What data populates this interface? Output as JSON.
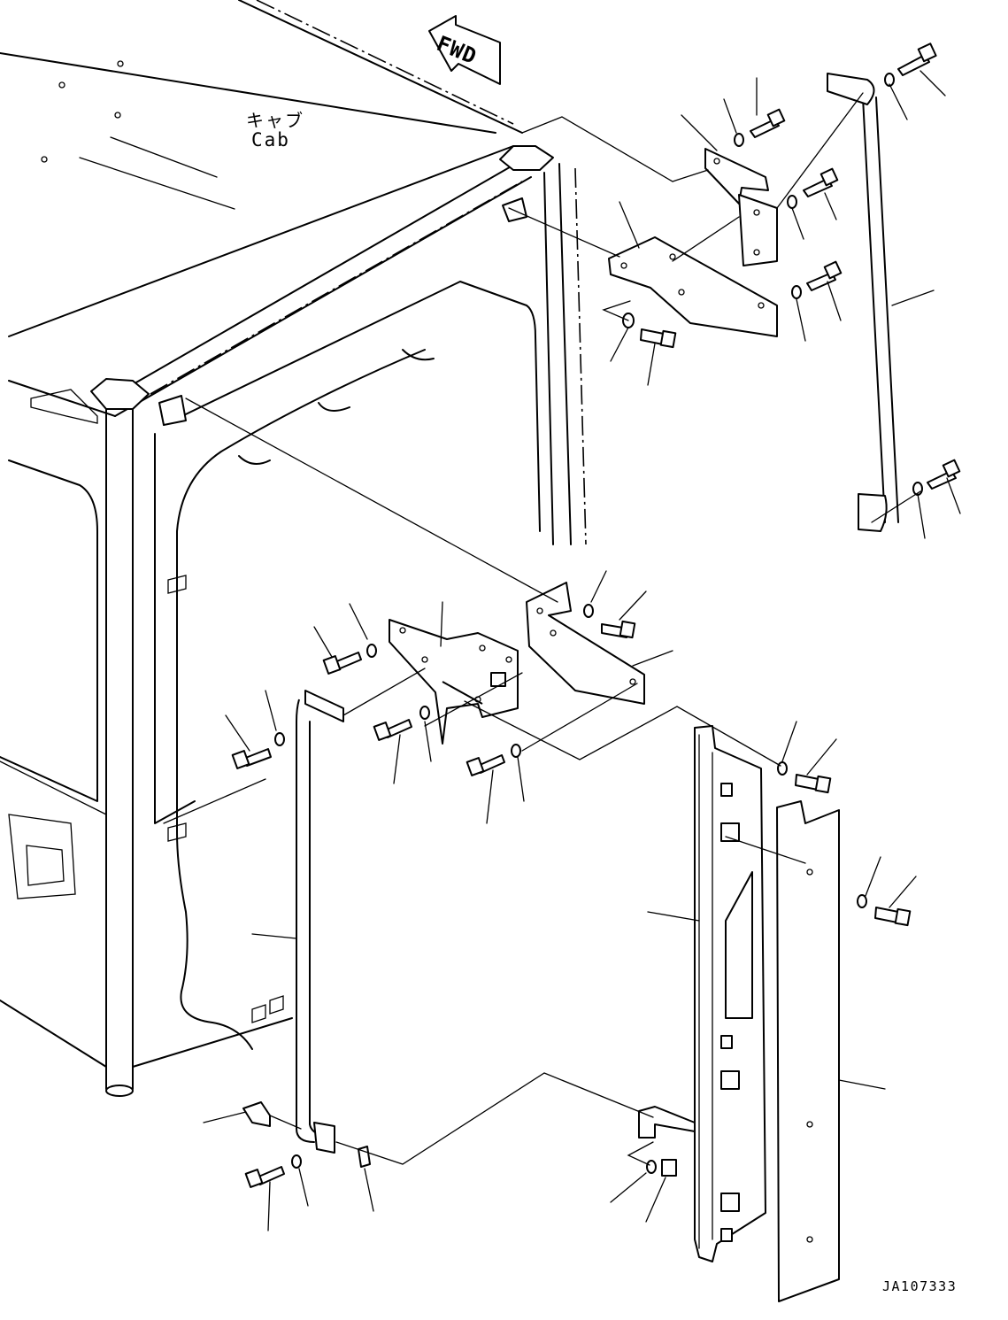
{
  "diagram": {
    "labels": {
      "cab_jp": "キャブ",
      "cab_en": "Cab",
      "fwd": "FWD",
      "drawing_number": "JA107333"
    }
  }
}
